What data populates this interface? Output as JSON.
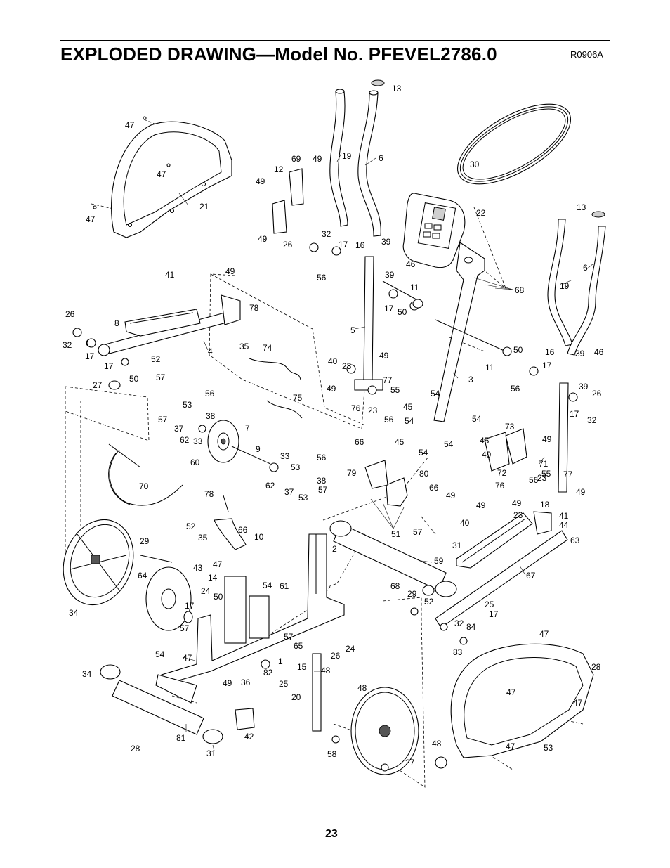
{
  "header": {
    "title": "EXPLODED DRAWING—Model No. PFEVEL2786.0",
    "drawing_code": "R0906A"
  },
  "footer": {
    "page_number": "23"
  },
  "callouts": [
    {
      "part": "13"
    },
    {
      "part": "47"
    },
    {
      "part": "19"
    },
    {
      "part": "6"
    },
    {
      "part": "30"
    },
    {
      "part": "69"
    },
    {
      "part": "12"
    },
    {
      "part": "49"
    },
    {
      "part": "49"
    },
    {
      "part": "47"
    },
    {
      "part": "21"
    },
    {
      "part": "47"
    },
    {
      "part": "22"
    },
    {
      "part": "13"
    },
    {
      "part": "49"
    },
    {
      "part": "26"
    },
    {
      "part": "32"
    },
    {
      "part": "17"
    },
    {
      "part": "16"
    },
    {
      "part": "39"
    },
    {
      "part": "46"
    },
    {
      "part": "56"
    },
    {
      "part": "39"
    },
    {
      "part": "6"
    },
    {
      "part": "68"
    },
    {
      "part": "19"
    },
    {
      "part": "41"
    },
    {
      "part": "49"
    },
    {
      "part": "11"
    },
    {
      "part": "78"
    },
    {
      "part": "17"
    },
    {
      "part": "50"
    },
    {
      "part": "26"
    },
    {
      "part": "8"
    },
    {
      "part": "5"
    },
    {
      "part": "32"
    },
    {
      "part": "35"
    },
    {
      "part": "4"
    },
    {
      "part": "74"
    },
    {
      "part": "17"
    },
    {
      "part": "52"
    },
    {
      "part": "49"
    },
    {
      "part": "50"
    },
    {
      "part": "16"
    },
    {
      "part": "39"
    },
    {
      "part": "46"
    },
    {
      "part": "40"
    },
    {
      "part": "17"
    },
    {
      "part": "50"
    },
    {
      "part": "57"
    },
    {
      "part": "23"
    },
    {
      "part": "77"
    },
    {
      "part": "11"
    },
    {
      "part": "17"
    },
    {
      "part": "27"
    },
    {
      "part": "3"
    },
    {
      "part": "39"
    },
    {
      "part": "49"
    },
    {
      "part": "55"
    },
    {
      "part": "56"
    },
    {
      "part": "26"
    },
    {
      "part": "56"
    },
    {
      "part": "54"
    },
    {
      "part": "76"
    },
    {
      "part": "23"
    },
    {
      "part": "17"
    },
    {
      "part": "75"
    },
    {
      "part": "45"
    },
    {
      "part": "32"
    },
    {
      "part": "53"
    },
    {
      "part": "38"
    },
    {
      "part": "54"
    },
    {
      "part": "56"
    },
    {
      "part": "54"
    },
    {
      "part": "57"
    },
    {
      "part": "7"
    },
    {
      "part": "73"
    },
    {
      "part": "37"
    },
    {
      "part": "62"
    },
    {
      "part": "33"
    },
    {
      "part": "45"
    },
    {
      "part": "54"
    },
    {
      "part": "45"
    },
    {
      "part": "66"
    },
    {
      "part": "49"
    },
    {
      "part": "9"
    },
    {
      "part": "60"
    },
    {
      "part": "54"
    },
    {
      "part": "33"
    },
    {
      "part": "56"
    },
    {
      "part": "49"
    },
    {
      "part": "72"
    },
    {
      "part": "71"
    },
    {
      "part": "53"
    },
    {
      "part": "79"
    },
    {
      "part": "80"
    },
    {
      "part": "55"
    },
    {
      "part": "38"
    },
    {
      "part": "62"
    },
    {
      "part": "70"
    },
    {
      "part": "56"
    },
    {
      "part": "23"
    },
    {
      "part": "37"
    },
    {
      "part": "57"
    },
    {
      "part": "66"
    },
    {
      "part": "77"
    },
    {
      "part": "53"
    },
    {
      "part": "49"
    },
    {
      "part": "76"
    },
    {
      "part": "49"
    },
    {
      "part": "49"
    },
    {
      "part": "49"
    },
    {
      "part": "18"
    },
    {
      "part": "78"
    },
    {
      "part": "23"
    },
    {
      "part": "41"
    },
    {
      "part": "40"
    },
    {
      "part": "44"
    },
    {
      "part": "52"
    },
    {
      "part": "66"
    },
    {
      "part": "51"
    },
    {
      "part": "57"
    },
    {
      "part": "10"
    },
    {
      "part": "35"
    },
    {
      "part": "63"
    },
    {
      "part": "31"
    },
    {
      "part": "29"
    },
    {
      "part": "2"
    },
    {
      "part": "59"
    },
    {
      "part": "47"
    },
    {
      "part": "43"
    },
    {
      "part": "14"
    },
    {
      "part": "64"
    },
    {
      "part": "67"
    },
    {
      "part": "24"
    },
    {
      "part": "54"
    },
    {
      "part": "61"
    },
    {
      "part": "50"
    },
    {
      "part": "68"
    },
    {
      "part": "17"
    },
    {
      "part": "29"
    },
    {
      "part": "52"
    },
    {
      "part": "25"
    },
    {
      "part": "34"
    },
    {
      "part": "57"
    },
    {
      "part": "17"
    },
    {
      "part": "32"
    },
    {
      "part": "84"
    },
    {
      "part": "57"
    },
    {
      "part": "65"
    },
    {
      "part": "47"
    },
    {
      "part": "54"
    },
    {
      "part": "24"
    },
    {
      "part": "26"
    },
    {
      "part": "83"
    },
    {
      "part": "1"
    },
    {
      "part": "47"
    },
    {
      "part": "15"
    },
    {
      "part": "48"
    },
    {
      "part": "28"
    },
    {
      "part": "34"
    },
    {
      "part": "82"
    },
    {
      "part": "49"
    },
    {
      "part": "36"
    },
    {
      "part": "25"
    },
    {
      "part": "48"
    },
    {
      "part": "47"
    },
    {
      "part": "47"
    },
    {
      "part": "20"
    },
    {
      "part": "81"
    },
    {
      "part": "42"
    },
    {
      "part": "28"
    },
    {
      "part": "31"
    },
    {
      "part": "58"
    },
    {
      "part": "48"
    },
    {
      "part": "47"
    },
    {
      "part": "53"
    },
    {
      "part": "27"
    }
  ]
}
